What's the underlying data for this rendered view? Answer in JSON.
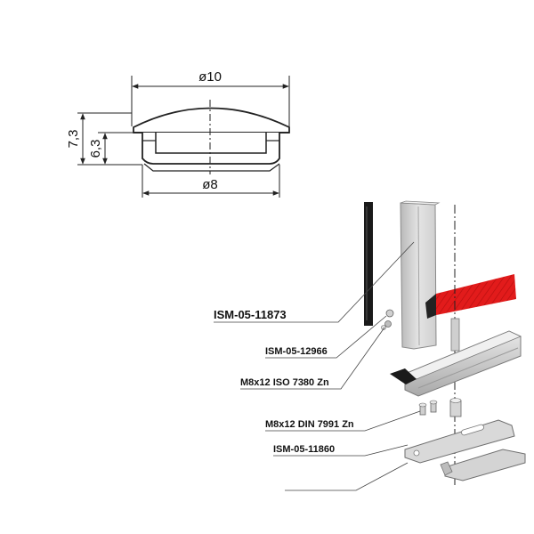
{
  "dimensions": {
    "top_diameter": "ø10",
    "bottom_diameter": "ø8",
    "total_height": "7,3",
    "shank_height": "6,3"
  },
  "part_labels": {
    "profile": "ISM-05-11873",
    "cap": "ISM-05-12966",
    "screw_iso": "M8x12 ISO 7380 Zn",
    "screw_din": "M8x12 DIN 7991 Zn",
    "bracket": "ISM-05-11860",
    "unlabeled_leader": ""
  },
  "colors": {
    "belt": "#e21b1b",
    "profile_gray": "#c9c9c9",
    "gasket": "#1a1a1a",
    "line": "#222222"
  }
}
